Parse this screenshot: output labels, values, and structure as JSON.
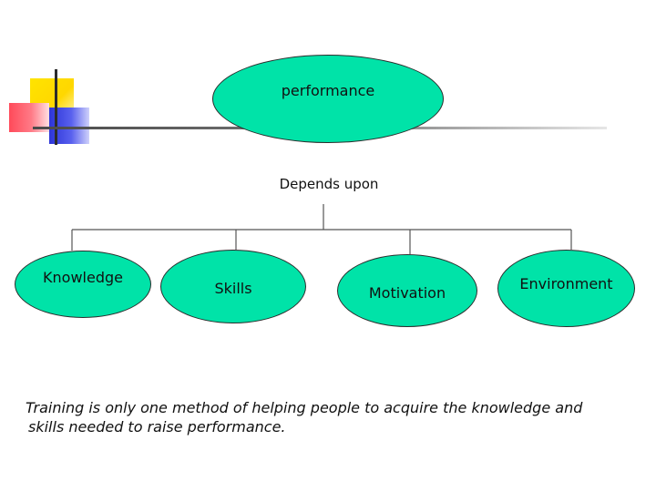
{
  "diagram": {
    "root": {
      "label": "performance"
    },
    "connector_label": "Depends upon",
    "children": [
      {
        "label": "Knowledge"
      },
      {
        "label": "Skills"
      },
      {
        "label": "Motivation"
      },
      {
        "label": "Environment"
      }
    ],
    "node_fill": "#00e3a8",
    "caption_line1": "Training is only one method of helping people to acquire the knowledge and",
    "caption_line2": "skills needed to raise performance."
  }
}
